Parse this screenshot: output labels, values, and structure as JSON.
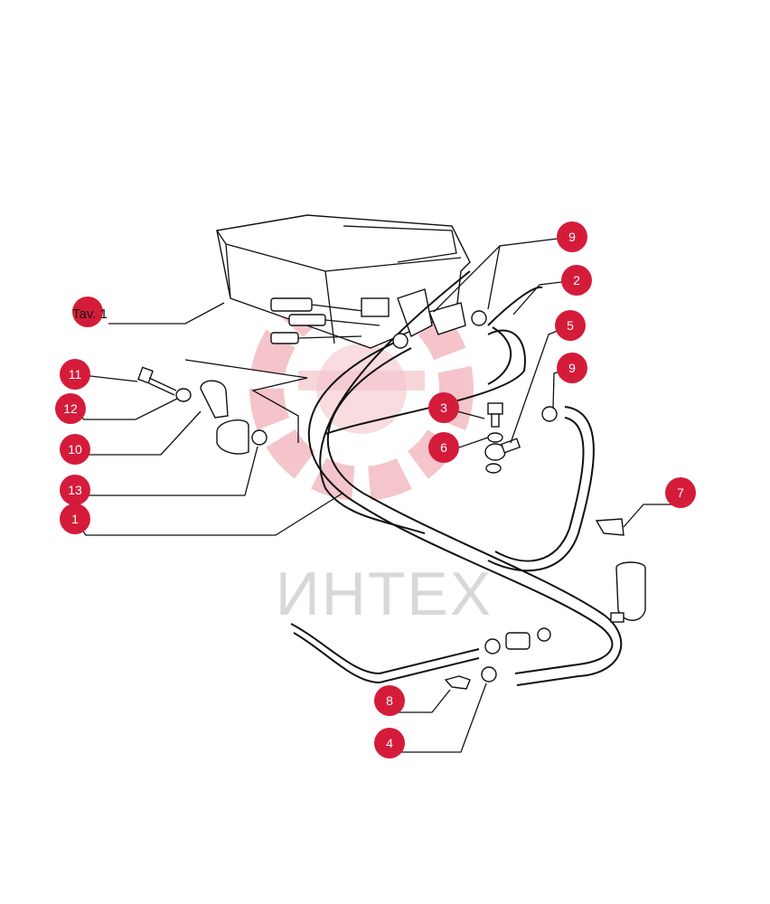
{
  "watermark": {
    "text": "ИНТЕХ",
    "color": "#e8b4b8"
  },
  "reference_label": "Tav. 1",
  "callout_color": "#d41c3a",
  "callouts": [
    {
      "id": "c9a",
      "label": "9"
    },
    {
      "id": "c2",
      "label": "2"
    },
    {
      "id": "c5",
      "label": "5"
    },
    {
      "id": "c9b",
      "label": "9"
    },
    {
      "id": "c3",
      "label": "3"
    },
    {
      "id": "c6",
      "label": "6"
    },
    {
      "id": "c7",
      "label": "7"
    },
    {
      "id": "ctav",
      "label": "Tav. 1"
    },
    {
      "id": "c11",
      "label": "11"
    },
    {
      "id": "c12",
      "label": "12"
    },
    {
      "id": "c10",
      "label": "10"
    },
    {
      "id": "c13",
      "label": "13"
    },
    {
      "id": "c1",
      "label": "1"
    },
    {
      "id": "c8",
      "label": "8"
    },
    {
      "id": "c4",
      "label": "4"
    }
  ]
}
